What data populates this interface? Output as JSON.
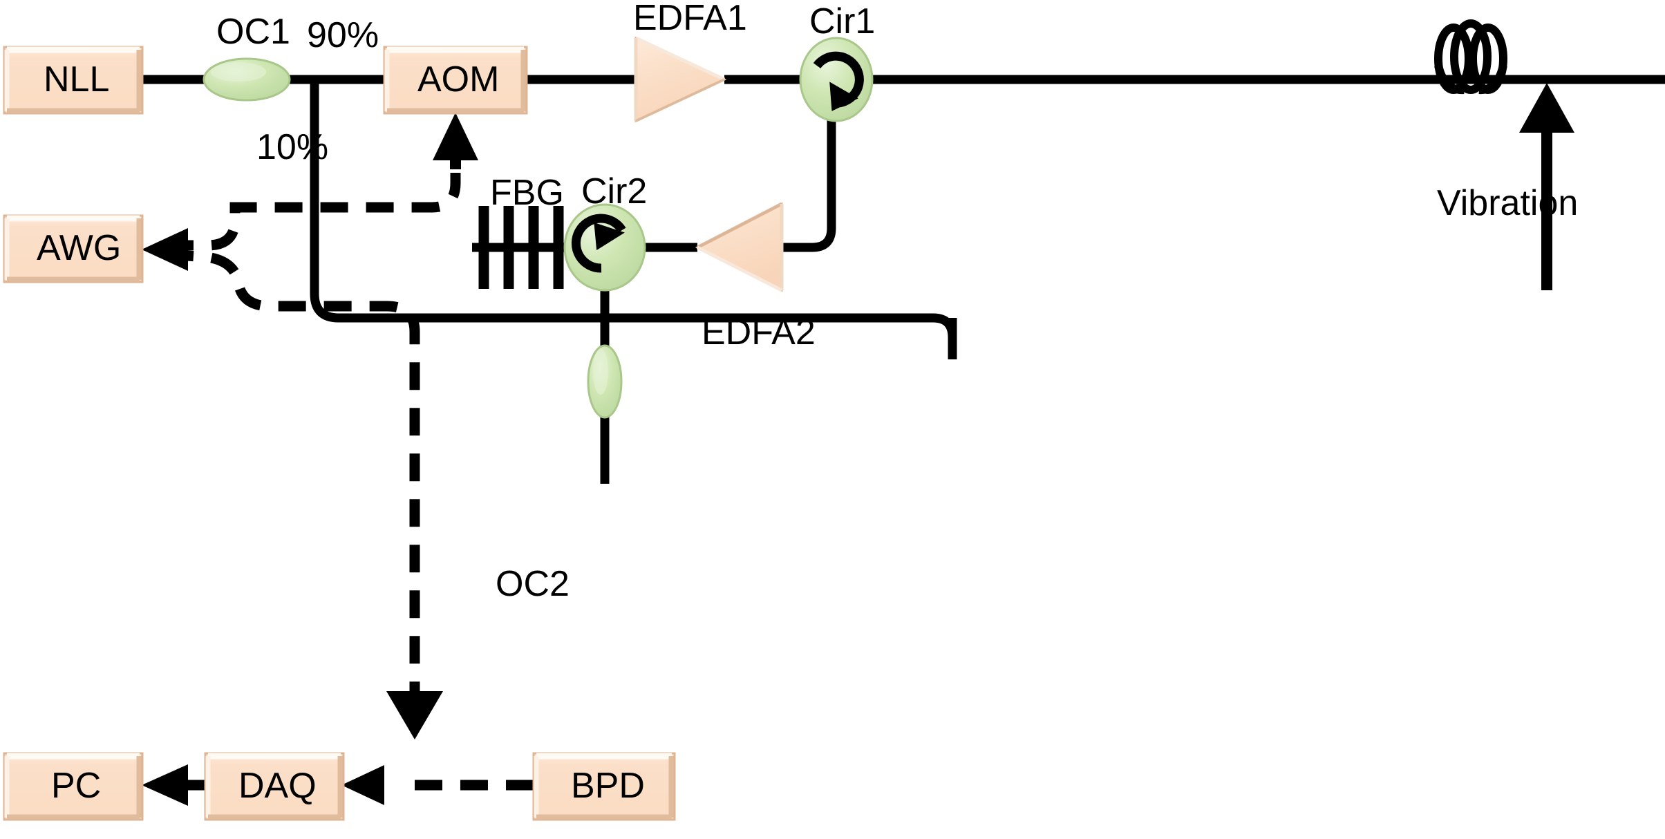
{
  "figure": {
    "kind": "optical-fiber-vibration-sensing-setup-schematic",
    "background_color": "#ffffff",
    "line_color": "#000000"
  },
  "colors": {
    "box_fill": "#fbdfc8",
    "box_fill_light": "#fdf0e4",
    "box_fill_dark": "#e8c4a6",
    "box_highlight": "#fff8f0",
    "coupler_fill": "#cde4b0",
    "coupler_fill_light": "#e6f2d6",
    "coupler_edge": "#a9c78a",
    "amp_fill": "#fbdfc8",
    "stroke": "#000000"
  },
  "blocks": [
    {
      "id": "nll",
      "label": "NLL",
      "shape": "rect"
    },
    {
      "id": "aom",
      "label": "AOM",
      "shape": "rect"
    },
    {
      "id": "awg",
      "label": "AWG",
      "shape": "rect"
    },
    {
      "id": "pc",
      "label": "PC",
      "shape": "rect"
    },
    {
      "id": "daq",
      "label": "DAQ",
      "shape": "rect"
    },
    {
      "id": "bpd",
      "label": "BPD",
      "shape": "rect"
    }
  ],
  "components": [
    {
      "id": "oc1",
      "label": "OC1",
      "kind": "optical-coupler",
      "orientation": "horizontal"
    },
    {
      "id": "oc2",
      "label": "OC2",
      "kind": "optical-coupler",
      "orientation": "vertical"
    },
    {
      "id": "cir1",
      "label": "Cir1",
      "kind": "circulator",
      "rotation": "clockwise"
    },
    {
      "id": "cir2",
      "label": "Cir2",
      "kind": "circulator",
      "rotation": "counter-clockwise"
    },
    {
      "id": "edfa1",
      "label": "EDFA1",
      "kind": "amplifier",
      "direction": "right"
    },
    {
      "id": "edfa2",
      "label": "EDFA2",
      "kind": "amplifier",
      "direction": "left"
    },
    {
      "id": "fbg",
      "label": "FBG",
      "kind": "fiber-bragg-grating",
      "bars": 4
    },
    {
      "id": "coil",
      "label": "",
      "kind": "sensing-fiber-coil",
      "loops": 3
    }
  ],
  "split_ratios": {
    "upper_branch": "90%",
    "lower_branch": "10%"
  },
  "annotations": {
    "vibration": "Vibration"
  },
  "connections": [
    {
      "from": "nll",
      "to": "oc1",
      "style": "solid",
      "arrow": false
    },
    {
      "from": "oc1",
      "to": "aom",
      "style": "solid",
      "arrow": false,
      "label": "90%"
    },
    {
      "from": "oc1",
      "to": "oc2",
      "style": "solid",
      "arrow": false,
      "label": "10%"
    },
    {
      "from": "aom",
      "to": "edfa1",
      "style": "solid",
      "arrow": false
    },
    {
      "from": "edfa1",
      "to": "cir1",
      "style": "solid",
      "arrow": false
    },
    {
      "from": "cir1",
      "to": "coil",
      "style": "solid",
      "arrow": false
    },
    {
      "from": "cir1",
      "to": "edfa2",
      "style": "solid",
      "arrow": false
    },
    {
      "from": "edfa2",
      "to": "cir2",
      "style": "solid",
      "arrow": false
    },
    {
      "from": "cir2",
      "to": "fbg",
      "style": "solid",
      "arrow": false
    },
    {
      "from": "cir2",
      "to": "oc2",
      "style": "solid",
      "arrow": false
    },
    {
      "from": "oc2",
      "to": "bpd",
      "style": "solid",
      "arrow": false
    },
    {
      "from": "bpd",
      "to": "daq",
      "style": "dashed",
      "arrow": true
    },
    {
      "from": "daq",
      "to": "pc",
      "style": "dashed",
      "arrow": true
    },
    {
      "from": "awg",
      "to": "daq",
      "style": "dashed",
      "arrow": true
    },
    {
      "from": "awg",
      "to": "aom",
      "style": "dashed",
      "arrow": true
    },
    {
      "from": "vibration",
      "to": "coil",
      "style": "solid",
      "arrow": true
    }
  ]
}
